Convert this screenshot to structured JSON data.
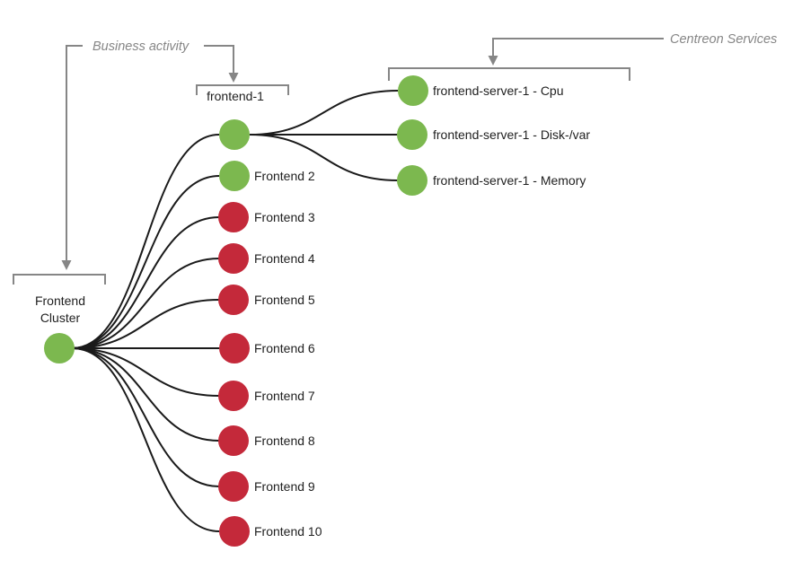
{
  "annotations": {
    "business_activity": {
      "label": "Business activity"
    },
    "centreon_services": {
      "label": "Centreon Services"
    }
  },
  "tree": {
    "root": {
      "id": "frontend-cluster",
      "label": "Frontend Cluster",
      "label_lines": [
        "Frontend",
        "Cluster"
      ],
      "type": "business-activity",
      "status": "ok"
    },
    "hosts": [
      {
        "id": "frontend-1",
        "label": "frontend-1",
        "status": "ok"
      },
      {
        "id": "frontend-2",
        "label": "Frontend 2",
        "status": "ok"
      },
      {
        "id": "frontend-3",
        "label": "Frontend 3",
        "status": "critical"
      },
      {
        "id": "frontend-4",
        "label": "Frontend 4",
        "status": "critical"
      },
      {
        "id": "frontend-5",
        "label": "Frontend 5",
        "status": "critical"
      },
      {
        "id": "frontend-6",
        "label": "Frontend 6",
        "status": "critical"
      },
      {
        "id": "frontend-7",
        "label": "Frontend 7",
        "status": "critical"
      },
      {
        "id": "frontend-8",
        "label": "Frontend 8",
        "status": "critical"
      },
      {
        "id": "frontend-9",
        "label": "Frontend 9",
        "status": "critical"
      },
      {
        "id": "frontend-10",
        "label": "Frontend 10",
        "status": "critical"
      }
    ],
    "services": [
      {
        "id": "frontend-server-1-cpu",
        "label": "frontend-server-1 - Cpu",
        "status": "ok"
      },
      {
        "id": "frontend-server-1-disk",
        "label": "frontend-server-1 - Disk-/var",
        "status": "ok"
      },
      {
        "id": "frontend-server-1-memory",
        "label": "frontend-server-1 - Memory",
        "status": "ok"
      }
    ],
    "edges": [
      {
        "from": "frontend-cluster",
        "to": "frontend-1"
      },
      {
        "from": "frontend-cluster",
        "to": "frontend-2"
      },
      {
        "from": "frontend-cluster",
        "to": "frontend-3"
      },
      {
        "from": "frontend-cluster",
        "to": "frontend-4"
      },
      {
        "from": "frontend-cluster",
        "to": "frontend-5"
      },
      {
        "from": "frontend-cluster",
        "to": "frontend-6"
      },
      {
        "from": "frontend-cluster",
        "to": "frontend-7"
      },
      {
        "from": "frontend-cluster",
        "to": "frontend-8"
      },
      {
        "from": "frontend-cluster",
        "to": "frontend-9"
      },
      {
        "from": "frontend-cluster",
        "to": "frontend-10"
      },
      {
        "from": "frontend-1",
        "to": "frontend-server-1-cpu"
      },
      {
        "from": "frontend-1",
        "to": "frontend-server-1-disk"
      },
      {
        "from": "frontend-1",
        "to": "frontend-server-1-memory"
      }
    ]
  },
  "colors": {
    "status_ok": "#7cb84f",
    "status_critical": "#c4293a",
    "edge": "#1a1a1a",
    "annotation": "#868686",
    "text": "#1f1f1f",
    "background": "#ffffff"
  }
}
